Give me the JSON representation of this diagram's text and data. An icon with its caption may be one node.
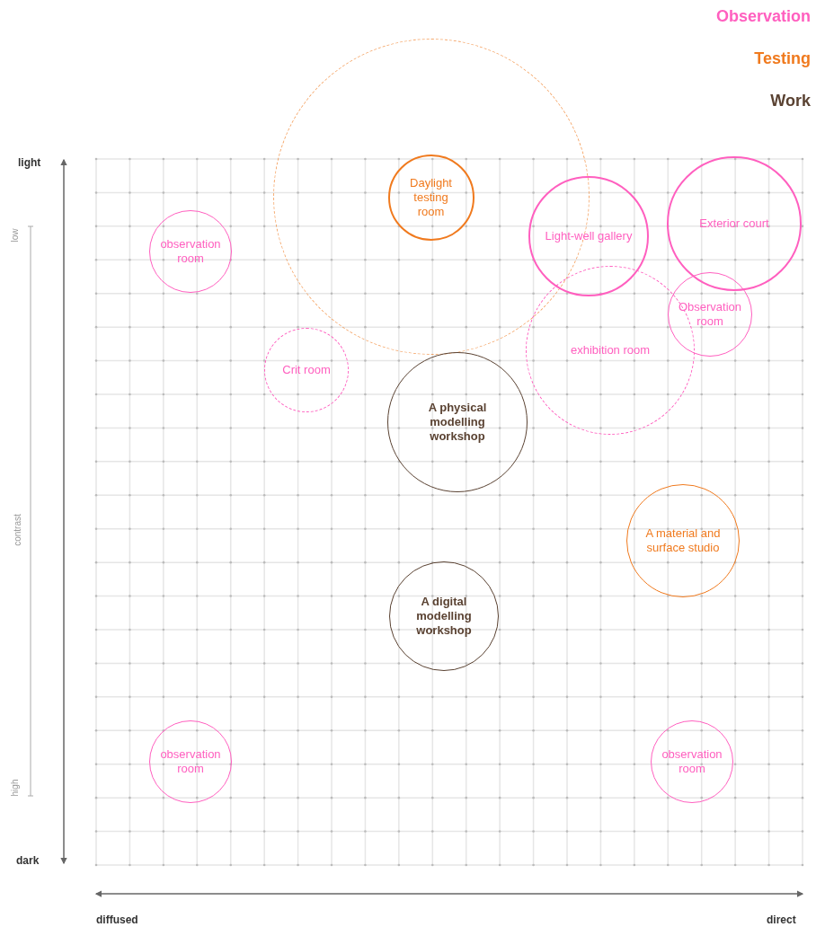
{
  "diagram": {
    "nodes": [
      {
        "text": [],
        "shape": "circle"
      },
      {
        "text": [
          "observation room"
        ]
      },
      {
        "text": [
          "Daylight testing room"
        ],
        "in": 0
      },
      {
        "text": [
          "Light-well gallery"
        ]
      },
      {
        "text": [
          "Exterior court"
        ]
      },
      {
        "text": [
          "Observation room"
        ]
      },
      {
        "text": [
          "exhibition room"
        ]
      },
      {
        "text": [
          "Crit room"
        ]
      },
      {
        "text": [
          "A physical modelling workshop"
        ]
      },
      {
        "text": [
          "A material and surface studio"
        ]
      },
      {
        "text": [
          "A digital modelling workshop"
        ]
      },
      {
        "text": [
          "observation room"
        ]
      },
      {
        "text": [
          "observation room"
        ]
      }
    ],
    "labels": [
      "light",
      "low",
      "contrast",
      "high",
      "dark",
      "diffused",
      "direct"
    ],
    "legend": [
      {
        "text": "Observation",
        "color": "#ff5fbf"
      },
      {
        "text": "Testing",
        "color": "#f07a1e"
      },
      {
        "text": "Work",
        "color": "#5a4232"
      }
    ]
  }
}
